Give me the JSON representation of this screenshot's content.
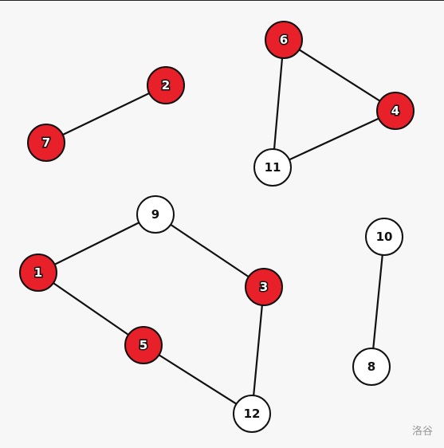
{
  "colors": {
    "red_fill": "#e8202a",
    "white_fill": "#ffffff",
    "stroke": "#111111",
    "background": "#f7f7f7"
  },
  "graph": {
    "nodes": [
      {
        "id": "1",
        "label": "1",
        "color": "red"
      },
      {
        "id": "2",
        "label": "2",
        "color": "red"
      },
      {
        "id": "3",
        "label": "3",
        "color": "red"
      },
      {
        "id": "4",
        "label": "4",
        "color": "red"
      },
      {
        "id": "5",
        "label": "5",
        "color": "red"
      },
      {
        "id": "6",
        "label": "6",
        "color": "red"
      },
      {
        "id": "7",
        "label": "7",
        "color": "red"
      },
      {
        "id": "8",
        "label": "8",
        "color": "white"
      },
      {
        "id": "9",
        "label": "9",
        "color": "white"
      },
      {
        "id": "10",
        "label": "10",
        "color": "white"
      },
      {
        "id": "11",
        "label": "11",
        "color": "white"
      },
      {
        "id": "12",
        "label": "12",
        "color": "white"
      }
    ],
    "edges": [
      [
        "7",
        "2"
      ],
      [
        "6",
        "4"
      ],
      [
        "6",
        "11"
      ],
      [
        "4",
        "11"
      ],
      [
        "1",
        "9"
      ],
      [
        "9",
        "3"
      ],
      [
        "1",
        "5"
      ],
      [
        "5",
        "12"
      ],
      [
        "3",
        "12"
      ],
      [
        "10",
        "8"
      ]
    ]
  },
  "watermark": "洛谷"
}
